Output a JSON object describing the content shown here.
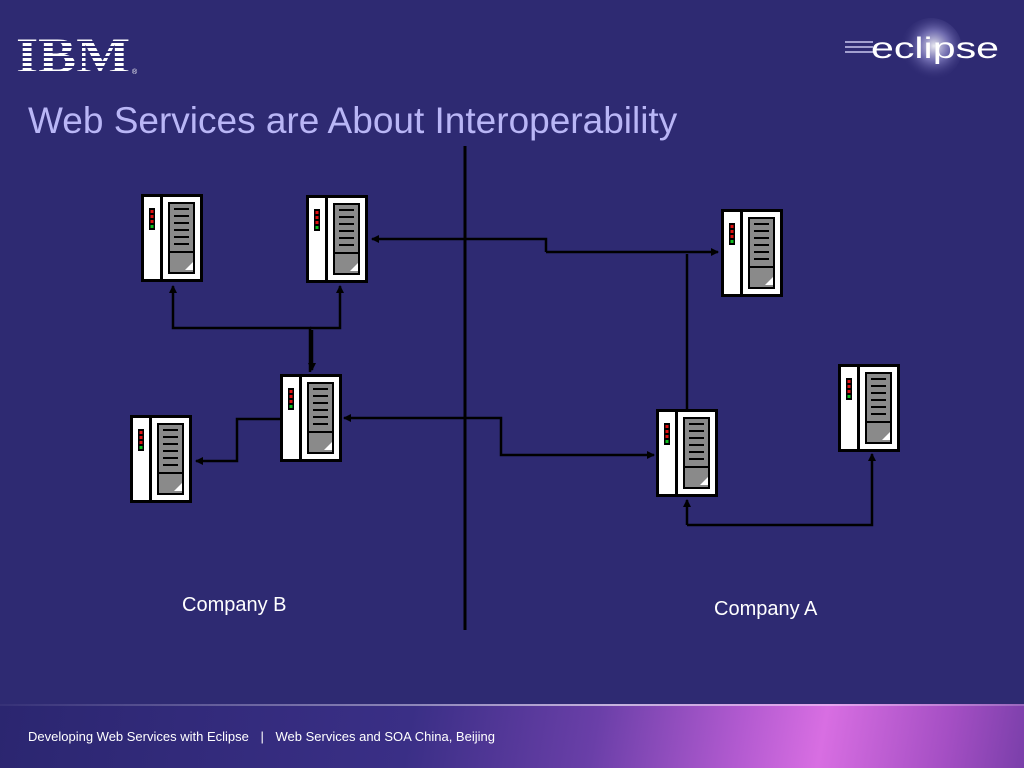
{
  "logos": {
    "left": "IBM",
    "left_reg_mark": "®",
    "right": "eclipse"
  },
  "title": "Web Services are About Interoperability",
  "diagram": {
    "left_group_label": "Company B",
    "right_group_label": "Company A"
  },
  "footer": {
    "course": "Developing Web Services with Eclipse",
    "separator": "|",
    "event": "Web Services and SOA China, Beijing"
  },
  "colors": {
    "background": "#2e2a72",
    "title": "#b9b6f6",
    "connector": "#000000",
    "footer_accent": "#d86ee2"
  }
}
